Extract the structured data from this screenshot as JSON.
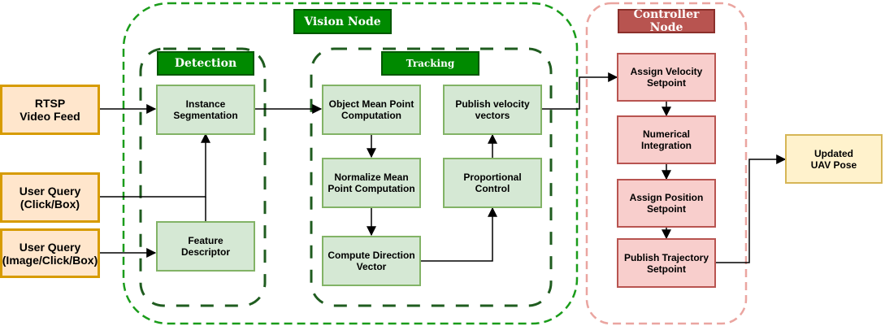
{
  "colors": {
    "vision_border": "#1a9c1a",
    "inner_border": "#1f5c1f",
    "controller_border": "#eaa5a0",
    "arrow": "#000000"
  },
  "containers": {
    "vision_node": "Vision Node",
    "detection": "Detection",
    "tracking": "Tracking",
    "controller_node": "Controller Node"
  },
  "inputs": {
    "rtsp": "RTSP\nVideo Feed",
    "query_click_box": "User Query\n(Click/Box)",
    "query_image_click_box": "User Query\n(Image/Click/Box)"
  },
  "detection": {
    "instance_segmentation": "Instance\nSegmentation",
    "feature_descriptor": "Feature\nDescriptor"
  },
  "tracking": {
    "object_mean_point": "Object Mean Point\nComputation",
    "normalize_mean_point": "Normalize Mean\nPoint Computation",
    "compute_direction": "Compute Direction\nVector",
    "publish_velocity": "Publish velocity\nvectors",
    "proportional_control": "Proportional\nControl"
  },
  "controller": {
    "assign_velocity": "Assign Velocity\nSetpoint",
    "numerical_integration": "Numerical\nIntegration",
    "assign_position": "Assign Position\nSetpoint",
    "publish_trajectory": "Publish Trajectory\nSetpoint"
  },
  "output": {
    "updated_uav_pose": "Updated\nUAV Pose"
  }
}
